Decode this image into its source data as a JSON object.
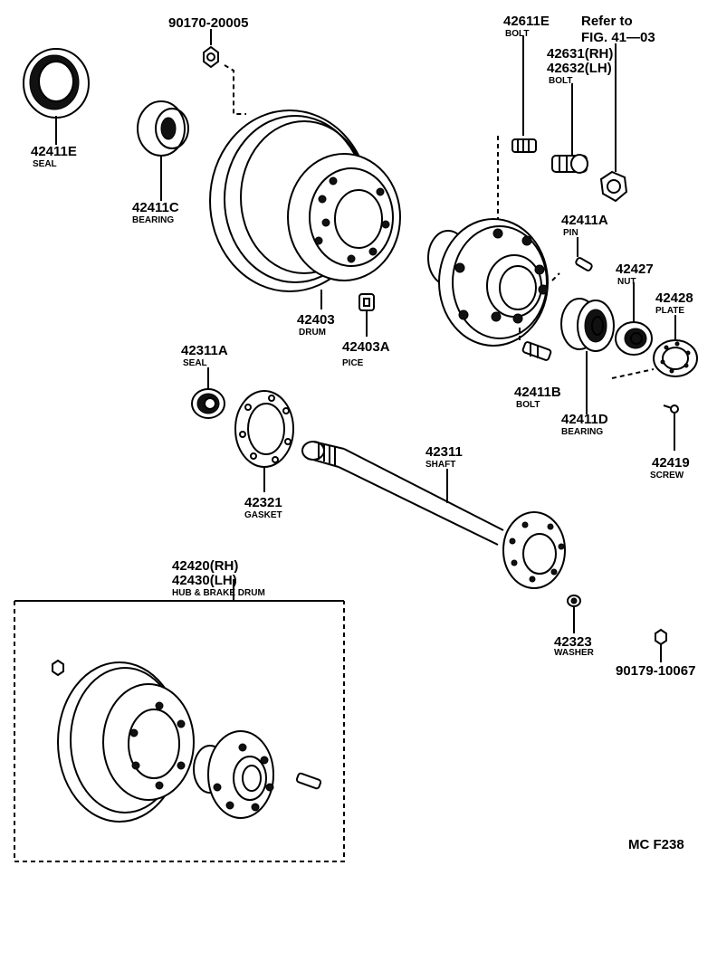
{
  "diagram": {
    "code": "MC F238",
    "parts": [
      {
        "number": "90170-20005",
        "name": ""
      },
      {
        "number": "42411E",
        "name": "SEAL"
      },
      {
        "number": "42411C",
        "name": "BEARING"
      },
      {
        "number": "42403",
        "name": "DRUM"
      },
      {
        "number": "42403A",
        "name": "PICE"
      },
      {
        "number": "42611E",
        "name": "BOLT"
      },
      {
        "number": "42631(RH)",
        "name": ""
      },
      {
        "number": "42632(LH)",
        "name": "BOLT"
      },
      {
        "number": "42411A",
        "name": "PIN"
      },
      {
        "number": "42427",
        "name": "NUT"
      },
      {
        "number": "42428",
        "name": "PLATE"
      },
      {
        "number": "42311A",
        "name": "SEAL"
      },
      {
        "number": "42411B",
        "name": "BOLT"
      },
      {
        "number": "42411D",
        "name": "BEARING"
      },
      {
        "number": "42419",
        "name": "SCREW"
      },
      {
        "number": "42311",
        "name": "SHAFT"
      },
      {
        "number": "42321",
        "name": "GASKET"
      },
      {
        "number": "42323",
        "name": "WASHER"
      },
      {
        "number": "90179-10067",
        "name": ""
      },
      {
        "number": "42420(RH)",
        "name": ""
      },
      {
        "number": "42430(LH)",
        "name": "HUB & BRAKE DRUM"
      }
    ],
    "reference": {
      "line1": "Refer to",
      "line2": "FIG. 41—03"
    }
  }
}
